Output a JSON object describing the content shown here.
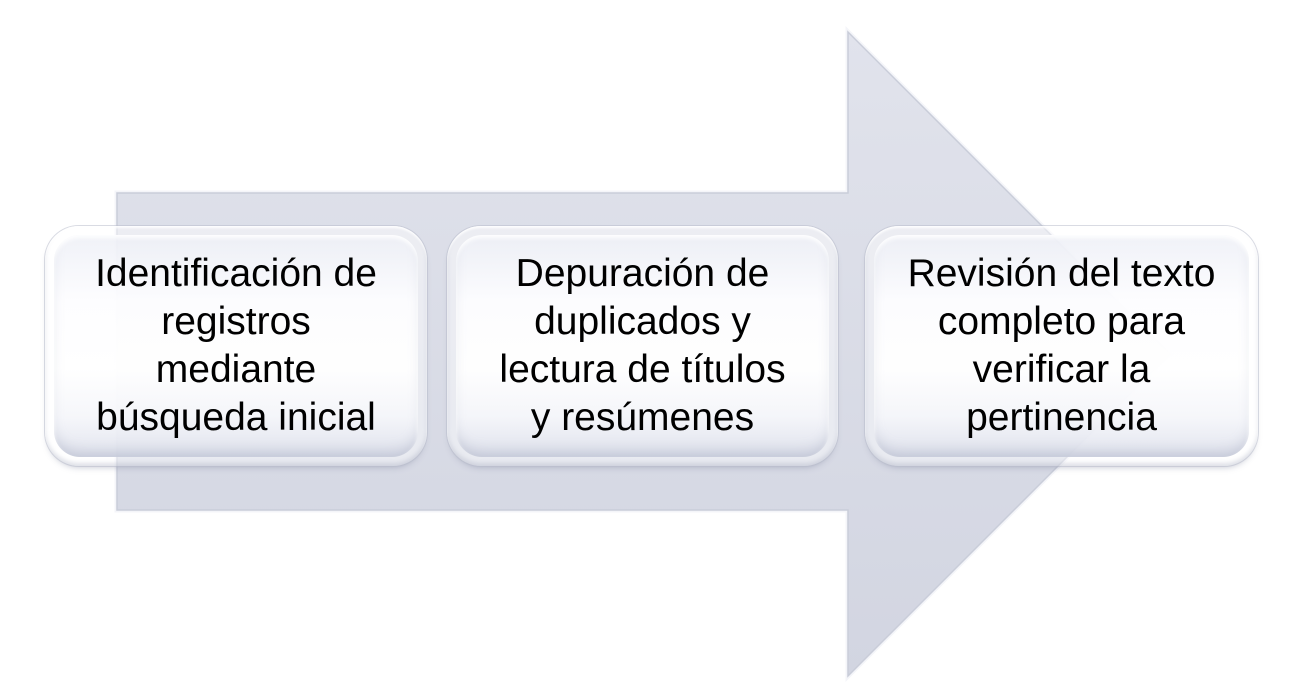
{
  "diagram": {
    "kind": "process-arrow",
    "direction": "right",
    "colors": {
      "background": "#ffffff",
      "arrow_top": "#e1e3ec",
      "arrow_bottom": "#d2d5e1",
      "arrow_edge": "#c9cdd9",
      "arrow_highlight": "#f4f5f9",
      "text": "#000000"
    },
    "steps": [
      {
        "text": "Identificación de registros mediante búsqueda inicial",
        "lines": [
          "Identificación de",
          "registros",
          "mediante",
          "búsqueda inicial"
        ]
      },
      {
        "text": "Depuración de duplicados y lectura de títulos y resúmenes",
        "lines": [
          "Depuración de",
          "duplicados y",
          "lectura de títulos",
          "y resúmenes"
        ]
      },
      {
        "text": "Revisión del texto completo para verificar la pertinencia",
        "lines": [
          "Revisión del texto",
          "completo para",
          "verificar la",
          "pertinencia"
        ]
      }
    ]
  }
}
